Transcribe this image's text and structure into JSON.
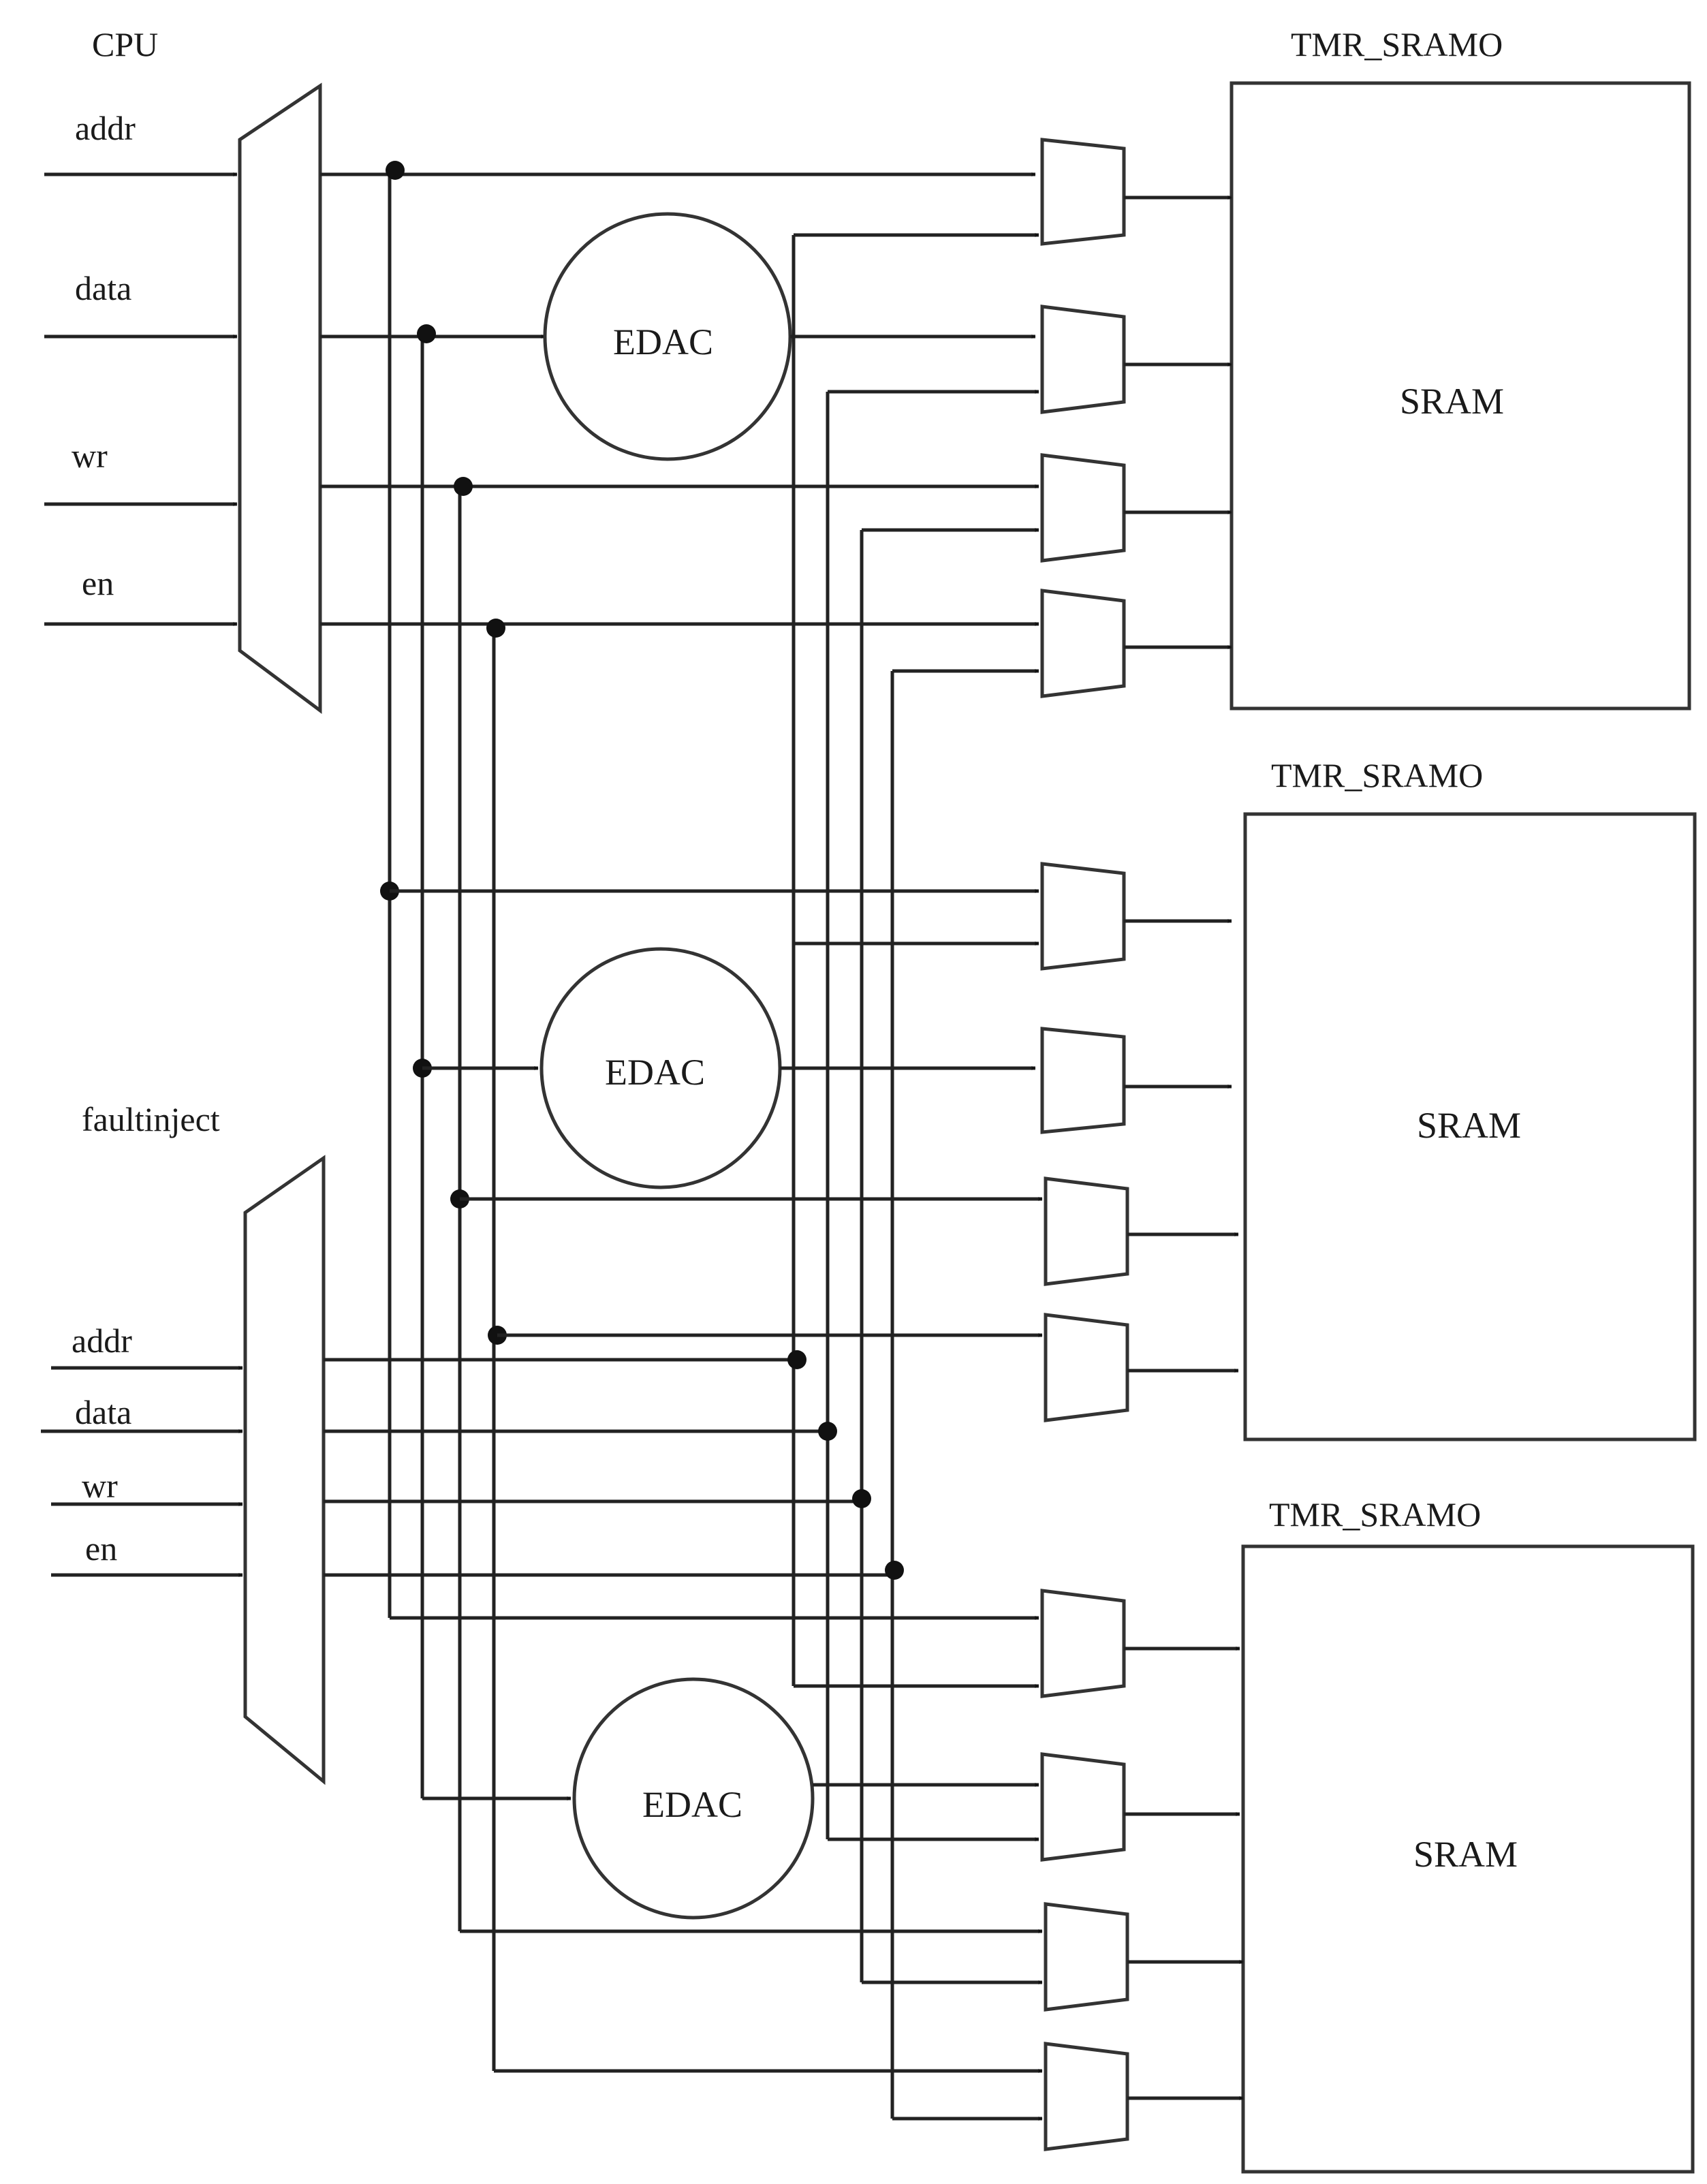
{
  "cpu": {
    "title": "CPU",
    "signals": [
      "addr",
      "data",
      "wr",
      "en"
    ]
  },
  "faultinject": {
    "title": "faultinject",
    "signals": [
      "addr",
      "data",
      "wr",
      "en"
    ]
  },
  "modules": [
    {
      "title": "TMR_SRAMO",
      "memory_label": "SRAM",
      "edac_label": "EDAC"
    },
    {
      "title": "TMR_SRAMO",
      "memory_label": "SRAM",
      "edac_label": "EDAC"
    },
    {
      "title": "TMR_SRAMO",
      "memory_label": "SRAM",
      "edac_label": "EDAC"
    }
  ]
}
